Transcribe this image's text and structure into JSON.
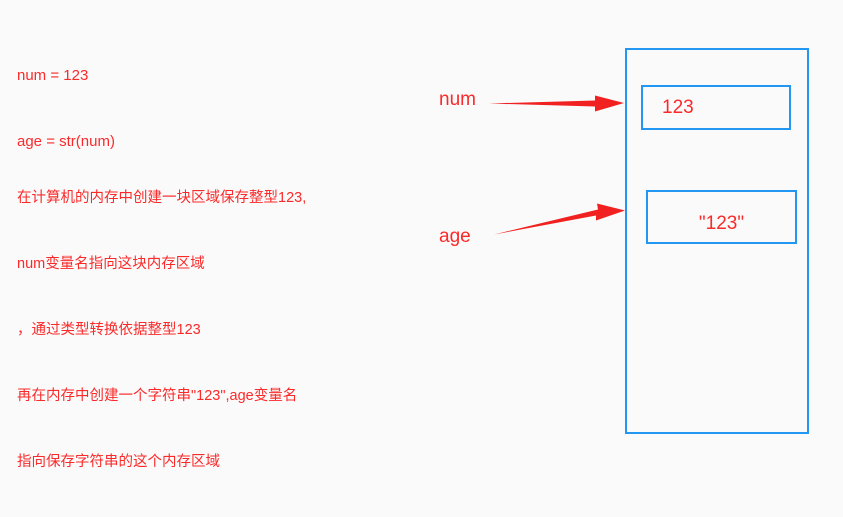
{
  "page": {
    "background_color": "#fafafa",
    "accent_blue": "#2196f3",
    "text_red": "#fb2a2a"
  },
  "code": {
    "lines": [
      "num = 123",
      "age = str(num)"
    ]
  },
  "note": {
    "lines": [
      "在计算机的内存中创建一块区域保存整型123,",
      "num变量名指向这块内存区域",
      "，通过类型转换依据整型123",
      "再在内存中创建一个字符串\"123\",age变量名",
      "指向保存字符串的这个内存区域"
    ]
  },
  "memory": {
    "region_label": "memory-region",
    "cells": [
      {
        "id": "int-cell",
        "value": "123"
      },
      {
        "id": "str-cell",
        "value": "\"123\""
      }
    ]
  },
  "pointers": [
    {
      "id": "num",
      "label": "num",
      "target": "int-cell"
    },
    {
      "id": "age",
      "label": "age",
      "target": "str-cell"
    }
  ]
}
